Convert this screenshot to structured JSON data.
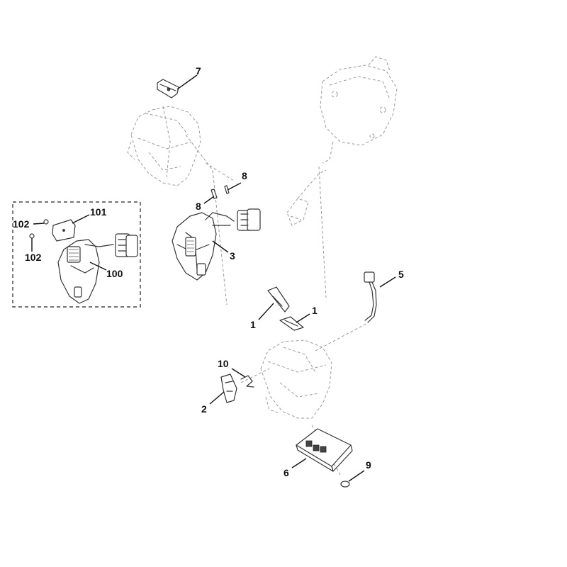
{
  "callouts": {
    "c7": "7",
    "c8a": "8",
    "c8b": "8",
    "c3": "3",
    "c101": "101",
    "c102a": "102",
    "c102b": "102",
    "c100": "100",
    "c5": "5",
    "c1a": "1",
    "c1b": "1",
    "c10": "10",
    "c2": "2",
    "c6": "6",
    "c9": "9"
  },
  "colors": {
    "line": "#333333",
    "ghost": "#9a9a9a",
    "background": "#ffffff"
  }
}
